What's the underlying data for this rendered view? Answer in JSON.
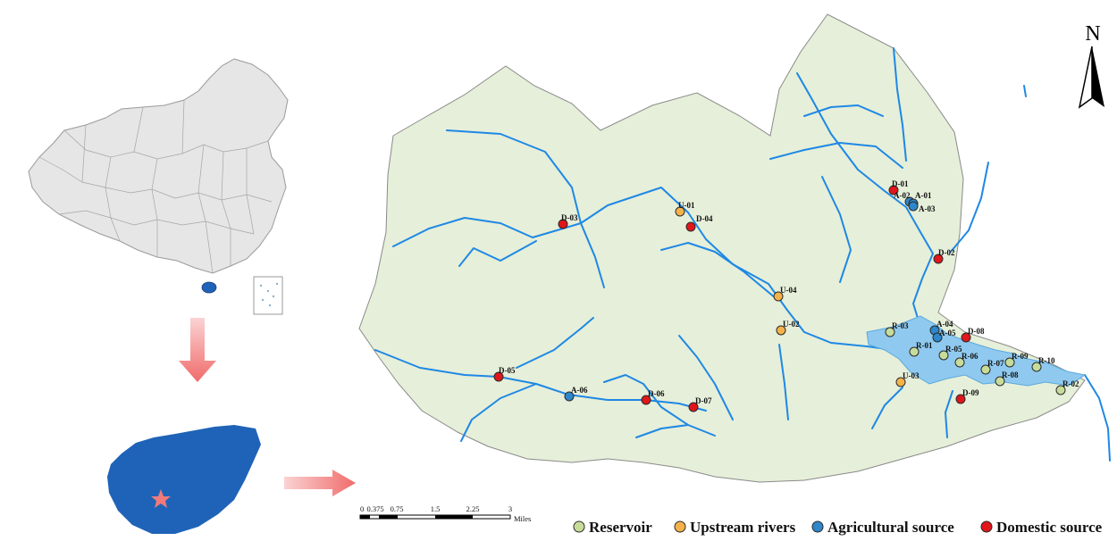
{
  "north_arrow": {
    "label": "N"
  },
  "scale_bar": {
    "ticks": [
      "0",
      "0.375",
      "0.75",
      "1.5",
      "2.25",
      "3"
    ],
    "unit": "Miles"
  },
  "legend": [
    {
      "key": "R",
      "label": "Reservoir",
      "color": "#c8dc9a"
    },
    {
      "key": "U",
      "label": "Upstream rivers",
      "color": "#f5b24a"
    },
    {
      "key": "A",
      "label": "Agricultural source",
      "color": "#2f86c9"
    },
    {
      "key": "D",
      "label": "Domestic source",
      "color": "#e0161b"
    }
  ],
  "sites": [
    {
      "id": "D-01",
      "type": "D"
    },
    {
      "id": "A-02",
      "type": "A"
    },
    {
      "id": "A-01",
      "type": "A"
    },
    {
      "id": "A-03",
      "type": "A"
    },
    {
      "id": "D-02",
      "type": "D"
    },
    {
      "id": "D-03",
      "type": "D"
    },
    {
      "id": "U-01",
      "type": "U"
    },
    {
      "id": "D-04",
      "type": "D"
    },
    {
      "id": "U-04",
      "type": "U"
    },
    {
      "id": "U-02",
      "type": "U"
    },
    {
      "id": "R-03",
      "type": "R"
    },
    {
      "id": "A-04",
      "type": "A"
    },
    {
      "id": "A-05",
      "type": "A"
    },
    {
      "id": "D-08",
      "type": "D"
    },
    {
      "id": "R-01",
      "type": "R"
    },
    {
      "id": "R-05",
      "type": "R"
    },
    {
      "id": "R-06",
      "type": "R"
    },
    {
      "id": "R-09",
      "type": "R"
    },
    {
      "id": "R-07",
      "type": "R"
    },
    {
      "id": "R-10",
      "type": "R"
    },
    {
      "id": "R-08",
      "type": "R"
    },
    {
      "id": "R-02",
      "type": "R"
    },
    {
      "id": "U-03",
      "type": "U"
    },
    {
      "id": "D-09",
      "type": "D"
    },
    {
      "id": "D-05",
      "type": "D"
    },
    {
      "id": "A-06",
      "type": "A"
    },
    {
      "id": "D-06",
      "type": "D"
    },
    {
      "id": "D-07",
      "type": "D"
    }
  ]
}
